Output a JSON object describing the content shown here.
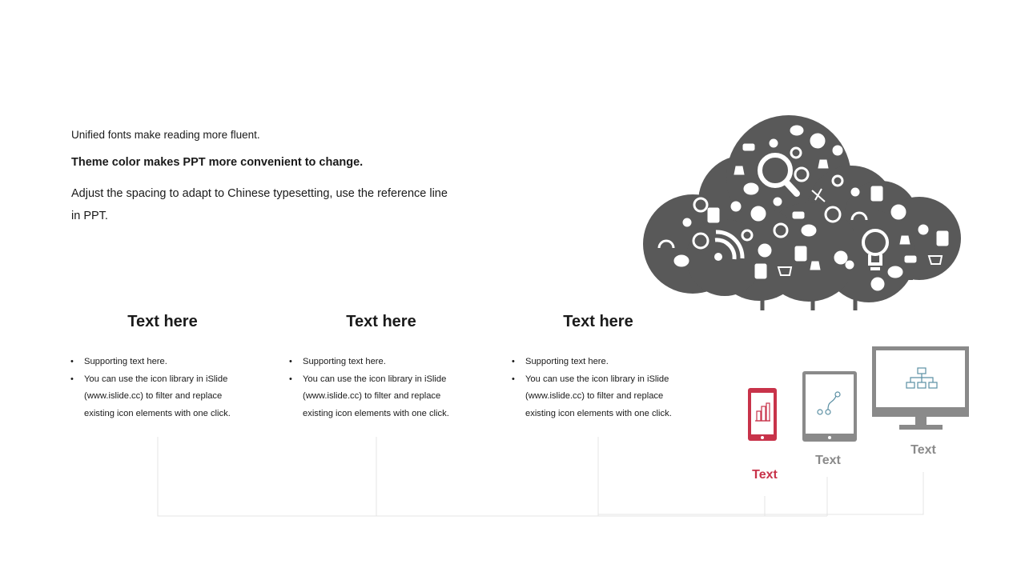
{
  "intro": {
    "line1": "Unified fonts make reading more fluent.",
    "line2": "Theme color makes PPT more convenient to change.",
    "line3": "Adjust the spacing to adapt to Chinese typesetting, use the reference line in PPT."
  },
  "columns": [
    {
      "title": "Text here",
      "bullets": [
        "Supporting text here.",
        "You can use the icon library in iSlide (www.islide.cc) to filter and replace existing icon elements with one click."
      ]
    },
    {
      "title": "Text here",
      "bullets": [
        "Supporting text here.",
        "You can use the icon library in iSlide (www.islide.cc) to filter and replace existing icon elements with one click."
      ]
    },
    {
      "title": "Text here",
      "bullets": [
        "Supporting text here.",
        "You can use the icon library in iSlide (www.islide.cc) to filter and replace existing icon elements with one click."
      ]
    }
  ],
  "devices": [
    {
      "name": "phone",
      "label": "Text",
      "color": "#c8334a",
      "icon": "building-chart-icon"
    },
    {
      "name": "tablet",
      "label": "Text",
      "color": "#8a8a8a",
      "icon": "flow-path-icon"
    },
    {
      "name": "monitor",
      "label": "Text",
      "color": "#8a8a8a",
      "icon": "org-chart-icon"
    }
  ],
  "colors": {
    "accent": "#c8334a",
    "cloud": "#595959",
    "device": "#8a8a8a",
    "line": "#e6e6e6"
  }
}
